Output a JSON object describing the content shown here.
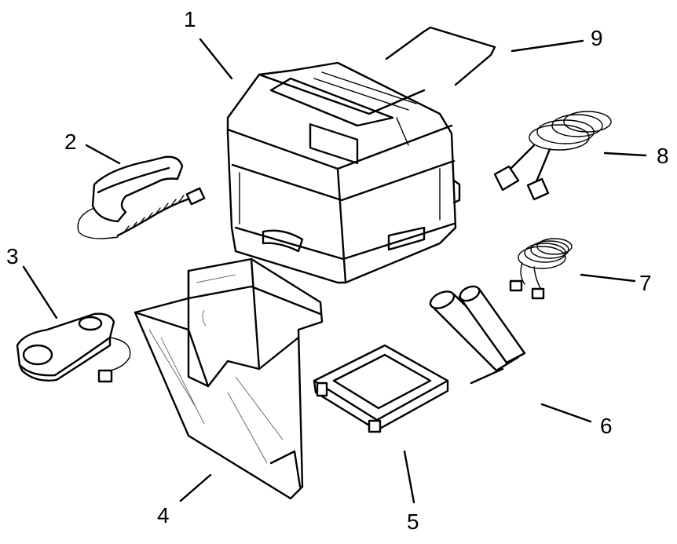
{
  "callouts": [
    {
      "id": "1",
      "text": "1"
    },
    {
      "id": "2",
      "text": "2"
    },
    {
      "id": "3",
      "text": "3"
    },
    {
      "id": "4",
      "text": "4"
    },
    {
      "id": "5",
      "text": "5"
    },
    {
      "id": "6",
      "text": "6"
    },
    {
      "id": "7",
      "text": "7"
    },
    {
      "id": "8",
      "text": "8"
    },
    {
      "id": "9",
      "text": "9"
    }
  ],
  "colors": {
    "ink": "#000000",
    "paper": "#ffffff"
  },
  "icons": [
    "fax-machine-icon",
    "handset-icon",
    "handset-cradle-icon",
    "document-tray-icon",
    "tray-holder-icon",
    "ink-rolls-icon",
    "telephone-cord-icon",
    "power-cord-icon",
    "wire-guide-icon"
  ]
}
